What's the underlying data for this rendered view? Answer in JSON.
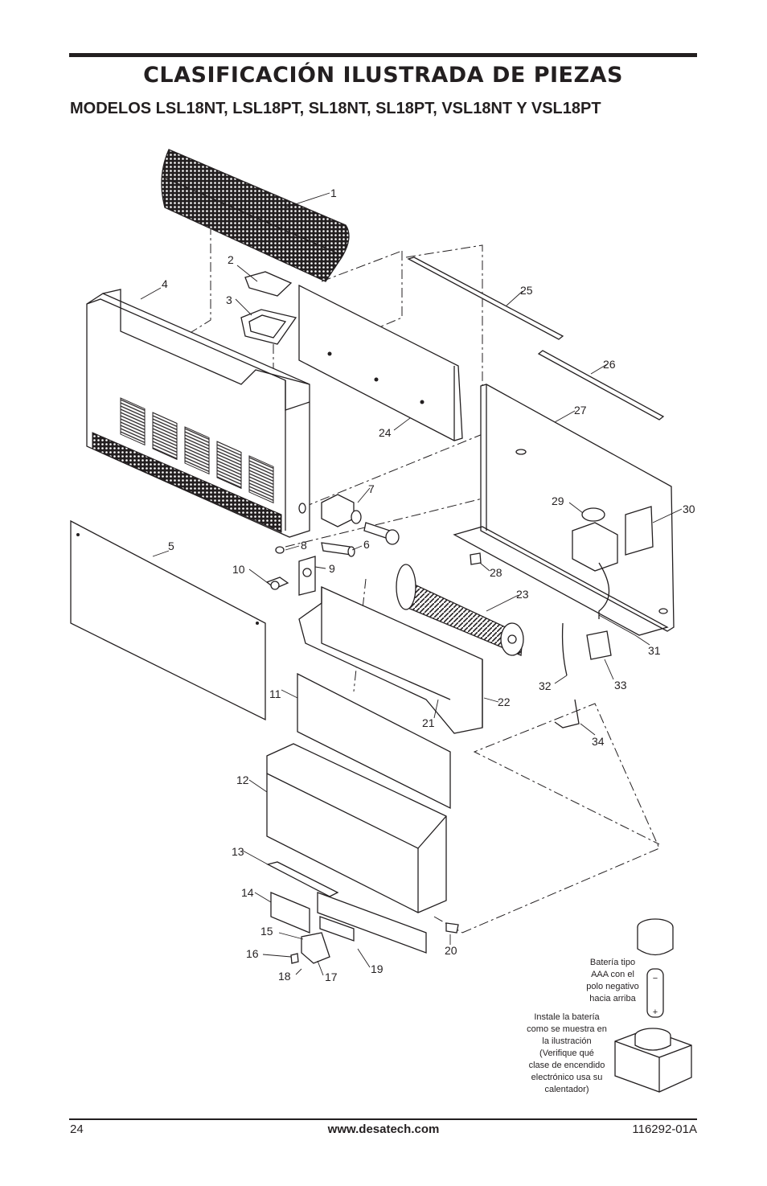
{
  "header": {
    "title": "CLASIFICACIÓN ILUSTRADA DE PIEZAS",
    "subtitle": "MODELOS LSL18NT, LSL18PT, SL18NT, SL18PT, VSL18NT Y VSL18PT"
  },
  "diagram": {
    "callouts": [
      "1",
      "2",
      "3",
      "4",
      "5",
      "6",
      "7",
      "8",
      "9",
      "10",
      "11",
      "12",
      "13",
      "14",
      "15",
      "16",
      "17",
      "18",
      "19",
      "20",
      "21",
      "22",
      "23",
      "24",
      "25",
      "26",
      "27",
      "28",
      "29",
      "30",
      "31",
      "32",
      "33",
      "34"
    ],
    "battery_note": [
      "Batería tipo",
      "AAA con el",
      "polo negativo",
      "hacia arriba"
    ],
    "battery_signs": {
      "negative": "−",
      "positive": "+"
    },
    "install_note": [
      "Instale la batería",
      "como se muestra en",
      "la ilustración",
      "(Verifique qué",
      "clase de encendido",
      "electrónico usa su",
      "calentador)"
    ]
  },
  "footer": {
    "page_number": "24",
    "website": "www.desatech.com",
    "doc_number": "116292-01A"
  }
}
